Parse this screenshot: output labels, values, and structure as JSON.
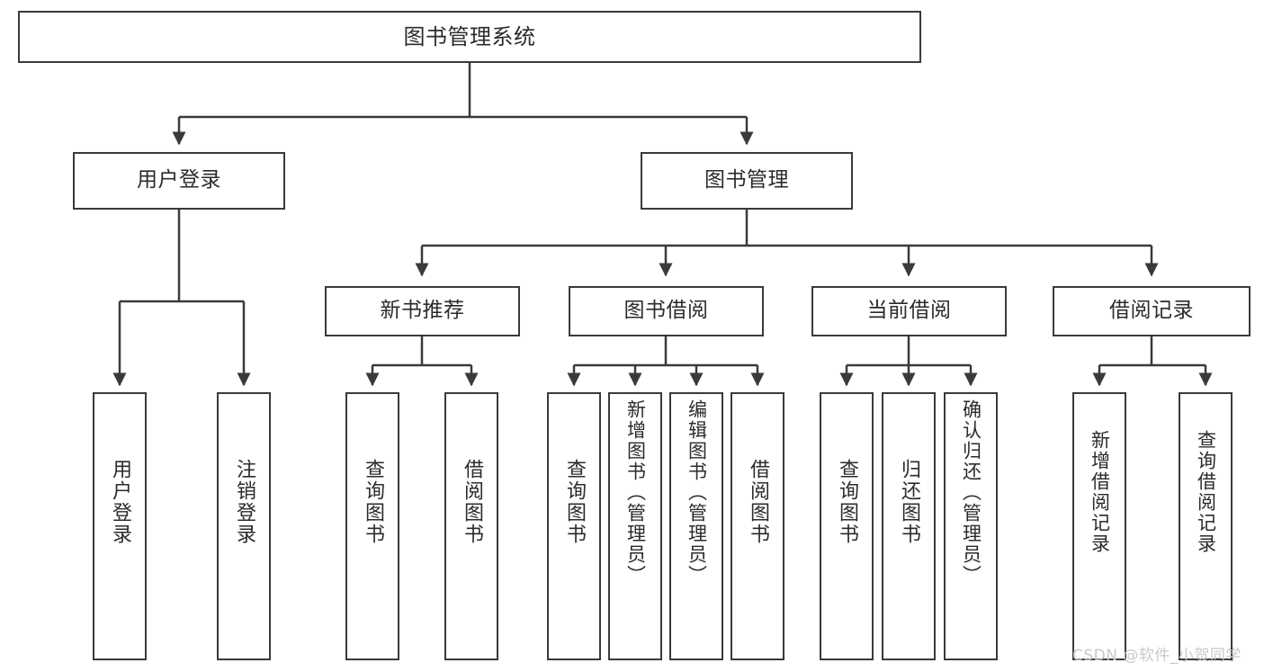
{
  "diagram": {
    "title": "图书管理系统",
    "type": "hierarchy-tree",
    "root": {
      "id": "root",
      "label": "图书管理系统"
    },
    "level2": [
      {
        "id": "user-login",
        "label": "用户登录"
      },
      {
        "id": "book-manage",
        "label": "图书管理"
      }
    ],
    "level3": [
      {
        "id": "new-book-rec",
        "label": "新书推荐"
      },
      {
        "id": "book-borrow",
        "label": "图书借阅"
      },
      {
        "id": "current-borrow",
        "label": "当前借阅"
      },
      {
        "id": "borrow-record",
        "label": "借阅记录"
      }
    ],
    "leaves": {
      "user_login": [
        {
          "id": "leaf-user-login",
          "label": "用户登录"
        },
        {
          "id": "leaf-logout-login",
          "label": "注销登录"
        }
      ],
      "new_book_rec": [
        {
          "id": "leaf-query-book-1",
          "label": "查询图书"
        },
        {
          "id": "leaf-borrow-book-1",
          "label": "借阅图书"
        }
      ],
      "book_borrow": [
        {
          "id": "leaf-query-book-2",
          "label": "查询图书"
        },
        {
          "id": "leaf-add-book",
          "label": "新增图书（管理员）"
        },
        {
          "id": "leaf-edit-book",
          "label": "编辑图书（管理员）"
        },
        {
          "id": "leaf-borrow-book-2",
          "label": "借阅图书"
        }
      ],
      "current_borrow": [
        {
          "id": "leaf-query-book-3",
          "label": "查询图书"
        },
        {
          "id": "leaf-return-book",
          "label": "归还图书"
        },
        {
          "id": "leaf-confirm-return",
          "label": "确认归还（管理员）"
        }
      ],
      "borrow_record": [
        {
          "id": "leaf-add-record",
          "label": "新增借阅记录"
        },
        {
          "id": "leaf-query-record",
          "label": "查询借阅记录"
        }
      ]
    }
  },
  "watermark": {
    "text": "CSDN @软件_小贺同学"
  },
  "colors": {
    "stroke": "#3a3a3a",
    "text": "#2b2b2b",
    "background": "#ffffff",
    "watermark": "#c9c9c9"
  }
}
